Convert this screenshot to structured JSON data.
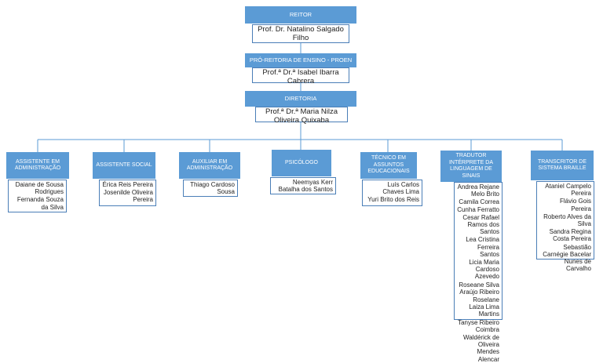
{
  "title": "",
  "reitor": {
    "title": "REITOR",
    "name": "Prof. Dr. Natalino Salgado Filho"
  },
  "proen": {
    "title": "PRÓ-REITORIA DE ENSINO - PROEN",
    "name": "Prof.ª Dr.ª Isabel Ibarra Cabrera"
  },
  "diretoria": {
    "title": "DIRETORIA",
    "name": "Prof.ª Dr.ª Maria Nilza Oliveira Quixaba"
  },
  "departments": [
    {
      "title": "ASSISTENTE EM ADMINISTRAÇÃO",
      "people": [
        "Daiane de Sousa Rodrigues",
        "Fernanda Souza da Silva"
      ]
    },
    {
      "title": "ASSISTENTE SOCIAL",
      "people": [
        "Érica Reis Pereira",
        "Josenilde Oliveira Pereira"
      ]
    },
    {
      "title": "AUXILIAR EM ADMINISTRAÇÃO",
      "people": [
        "Thiago Cardoso Sousa"
      ]
    },
    {
      "title": "PSICÓLOGO",
      "people": [
        "Neemyas Kerr Batalha dos Santos"
      ]
    },
    {
      "title": "TÉCNICO EM ASSUNTOS EDUCACIONAIS",
      "people": [
        "Luís Carlos Chaves Lima",
        "Yuri Brito dos Reis"
      ]
    },
    {
      "title": "TRADUTOR INTÉRPRETE DA LINGUAGEM DE SINAIS",
      "people": [
        "Andrea Rejane Melo Brito",
        "Camila Correa Cunha Ferratto",
        "Cesar Rafael Ramos dos Santos",
        "Lea Cristina Ferreira Santos",
        "Licia Maria Cardoso Azevedo",
        "Roseane Silva Araújo Ribeiro",
        "Roselane Laiza Lima Martins",
        "Tanyse Ribeiro Coimbra",
        "Waldérick de Oliveira Mendes Alencar"
      ]
    },
    {
      "title": "TRANSCRITOR DE SISTEMA BRAILLE",
      "people": [
        "Ataniel Campelo Pereira",
        "Flávio Gois Pereira",
        "Roberto Alves da Silva",
        "Sandra Regina Costa Pereira",
        "Sebastião Carnégie Bacelar Nunes de Carvalho"
      ]
    }
  ],
  "colors": {
    "header_bg": "#5b9bd5",
    "box_border": "#4a7eb7",
    "connector": "#5b9bd5"
  }
}
